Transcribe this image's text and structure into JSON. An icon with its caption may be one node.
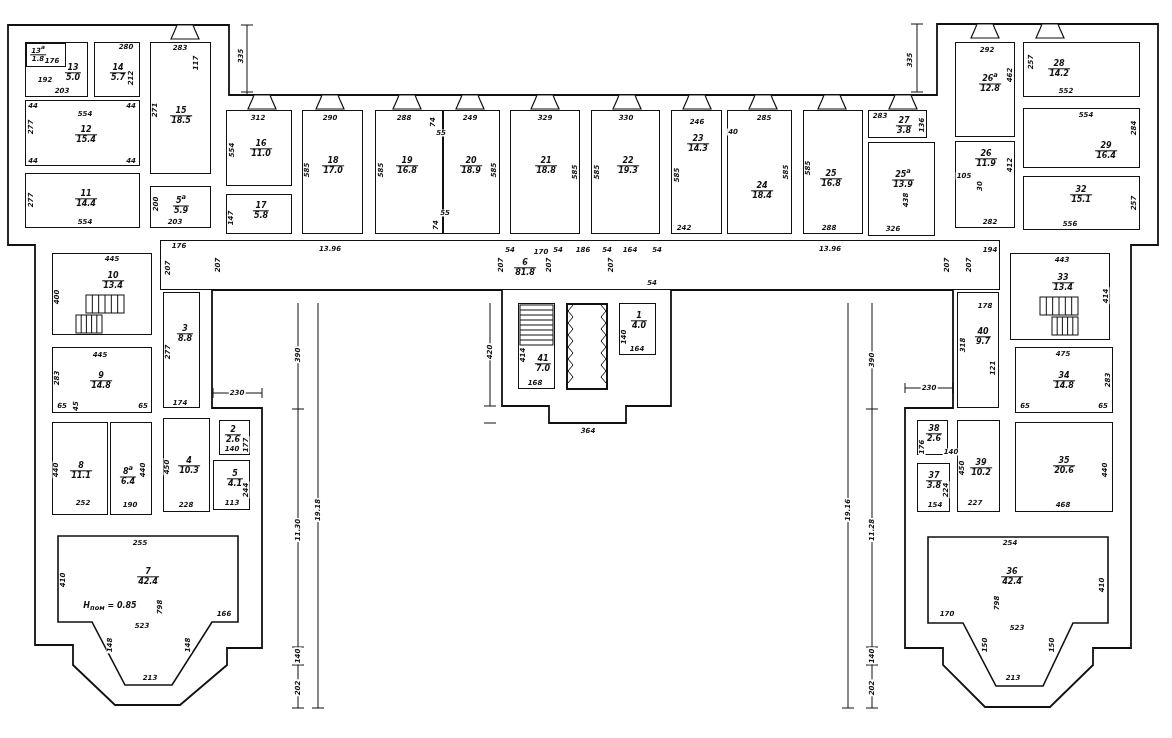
{
  "diagram": {
    "nodes": [
      {
        "text": [
          "13",
          "5.0"
        ]
      },
      {
        "text": [
          "13$^{а}$",
          "1.8"
        ],
        "in": 0
      },
      {
        "text": [
          "14",
          "5.7"
        ]
      },
      {
        "text": [
          "15",
          "18.5"
        ]
      },
      {
        "text": [
          "12",
          "15.4"
        ]
      },
      {
        "text": [
          "11",
          "14.4"
        ]
      },
      {
        "text": [
          "5$^{а}$",
          "5.9"
        ]
      },
      {
        "text": [
          "16",
          "11.0"
        ]
      },
      {
        "text": [
          "17",
          "5.8"
        ]
      },
      {
        "text": [
          "18",
          "17.0"
        ]
      },
      {
        "text": [
          "19",
          "16.8"
        ]
      },
      {
        "text": [
          "20",
          "18.9"
        ]
      },
      {
        "text": [
          "21",
          "18.8"
        ]
      },
      {
        "text": [
          "22",
          "19.3"
        ]
      },
      {
        "text": [
          "23",
          "14.3"
        ]
      },
      {
        "text": [
          "24",
          "18.4"
        ]
      },
      {
        "text": [
          "25",
          "16.8"
        ]
      },
      {
        "text": [
          "27",
          "3.8"
        ]
      },
      {
        "text": [
          "25$^{а}$",
          "13.9"
        ]
      },
      {
        "text": [
          "26$^{а}$",
          "12.8"
        ]
      },
      {
        "text": [
          "28",
          "14.2"
        ]
      },
      {
        "text": [
          "29",
          "16.4"
        ]
      },
      {
        "text": [
          "26",
          "11.9"
        ]
      },
      {
        "text": [
          "32",
          "15.1"
        ]
      },
      {
        "text": [
          "6",
          "81.8"
        ]
      },
      {
        "text": [
          "10",
          "13.4"
        ]
      },
      {
        "text": [
          "33",
          "13.4"
        ]
      },
      {
        "text": [
          "3",
          "8.8"
        ]
      },
      {
        "text": [
          "9",
          "14.8"
        ]
      },
      {
        "text": [
          "8",
          "11.1"
        ]
      },
      {
        "text": [
          "8$^{а}$",
          "6.4"
        ]
      },
      {
        "text": [
          "4",
          "10.3"
        ]
      },
      {
        "text": [
          "2",
          "2.6"
        ]
      },
      {
        "text": [
          "5",
          "4.1"
        ]
      },
      {
        "text": [
          "7",
          "42.4"
        ]
      },
      {
        "text": [
          "1",
          "4.0"
        ]
      },
      {
        "text": [
          "41",
          "7.0"
        ]
      },
      {
        "text": [],
        "shape": "box"
      },
      {
        "text": [
          "40",
          "9.7"
        ]
      },
      {
        "text": [
          "34",
          "14.8"
        ]
      },
      {
        "text": [
          "38",
          "2.6"
        ]
      },
      {
        "text": [
          "37",
          "3.8"
        ]
      },
      {
        "text": [
          "39",
          "10.2"
        ]
      },
      {
        "text": [
          "35",
          "20.6"
        ]
      },
      {
        "text": [
          "36",
          "42.4"
        ]
      }
    ],
    "labels": [
      "335",
      "335",
      "176",
      "192",
      "203",
      "280",
      "212",
      "283",
      "117",
      "554",
      "277",
      "44",
      "44",
      "44",
      "44",
      "271",
      "312",
      "554",
      "290",
      "585",
      "288",
      "585",
      "74",
      "55",
      "249",
      "585",
      "55",
      "74",
      "329",
      "585",
      "330",
      "585",
      "246",
      "585",
      "40",
      "285",
      "585",
      "585",
      "283",
      "136",
      "292",
      "462",
      "257",
      "552",
      "554",
      "284",
      "277",
      "200",
      "412",
      "105",
      "30",
      "147",
      "554",
      "203",
      "242",
      "288",
      "326",
      "438",
      "282",
      "556",
      "257",
      "176",
      "13.96",
      "54",
      "170",
      "54",
      "186",
      "54",
      "164",
      "54",
      "13.96",
      "194",
      "445",
      "443",
      "207",
      "207",
      "207",
      "207",
      "207",
      "207",
      "207",
      "54",
      "400",
      "414",
      "178",
      "140",
      "277",
      "318",
      "445",
      "475",
      "420",
      "414",
      "164",
      "390",
      "390",
      "121",
      "283",
      "283",
      "168",
      "230",
      "230",
      "174",
      "65",
      "45",
      "65",
      "65",
      "65",
      "364",
      "140",
      "177",
      "176",
      "140",
      "440",
      "440",
      "450",
      "450",
      "440",
      "244",
      "224",
      "252",
      "190",
      "228",
      "113",
      "227",
      "154",
      "468",
      "19.18",
      "19.16",
      "11.30",
      "11.28",
      "255",
      "254",
      "410",
      "410",
      "798",
      "798",
      "H$_{пом}$ = 0.85",
      "166",
      "523",
      "170",
      "523",
      "148",
      "148",
      "150",
      "150",
      "140",
      "140",
      "213",
      "213",
      "202",
      "202"
    ]
  }
}
